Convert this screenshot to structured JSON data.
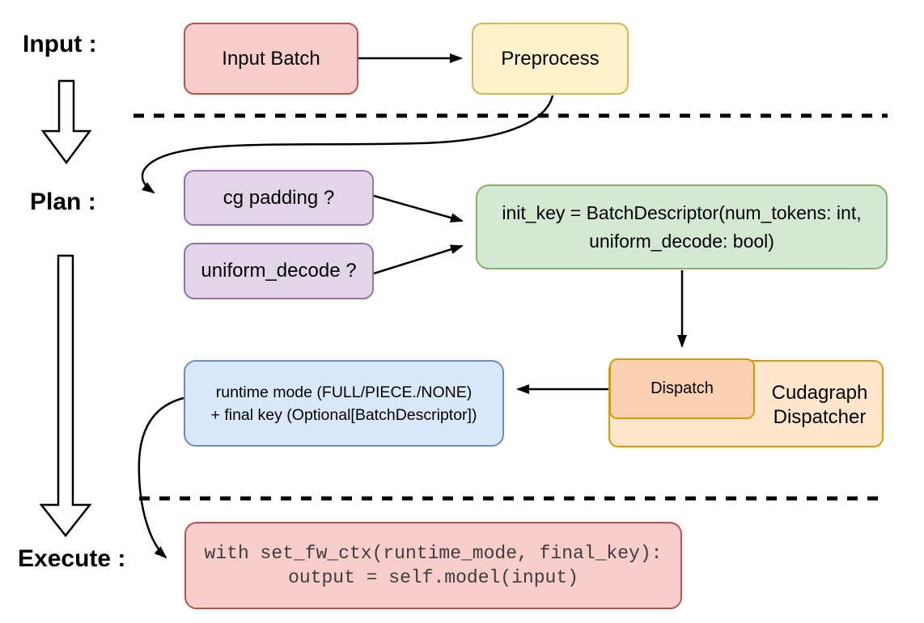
{
  "title_labels": {
    "input": "Input :",
    "plan": "Plan :",
    "execute": "Execute :"
  },
  "nodes": {
    "input_batch": {
      "label": "Input Batch"
    },
    "preprocess": {
      "label": "Preprocess"
    },
    "cg_padding": {
      "label": "cg padding ?"
    },
    "uniform_decode": {
      "label": "uniform_decode ?"
    },
    "init_key": {
      "line1": "init_key = BatchDescriptor(num_tokens: int,",
      "line2": "uniform_decode: bool)"
    },
    "runtime_mode": {
      "line1": "runtime mode (FULL/PIECE./NONE)",
      "line2": "+ final key (Optional[BatchDescriptor])"
    },
    "dispatch": {
      "label": "Dispatch"
    },
    "cudagraph_dispatcher": {
      "line1": "Cudagraph",
      "line2": "Dispatcher"
    },
    "execute_code": {
      "line1": "with set_fw_ctx(runtime_mode, final_key):",
      "line2": "output = self.model(input)"
    }
  },
  "colors": {
    "red_fill": "#f8cecc",
    "red_stroke": "#b85450",
    "yellow_fill": "#fff2cc",
    "yellow_stroke": "#d6b656",
    "purple_fill": "#e1d5e7",
    "purple_stroke": "#9673a6",
    "green_fill": "#d5e8d4",
    "green_stroke": "#82b366",
    "blue_fill": "#dae8fc",
    "blue_stroke": "#6c8ebf",
    "orange_fill": "#ffe6cc",
    "orange_stroke": "#d79b00",
    "dispatch_fill": "#fad2b3",
    "arrow_color": "#000000",
    "code_text": "#3d3d3d"
  }
}
